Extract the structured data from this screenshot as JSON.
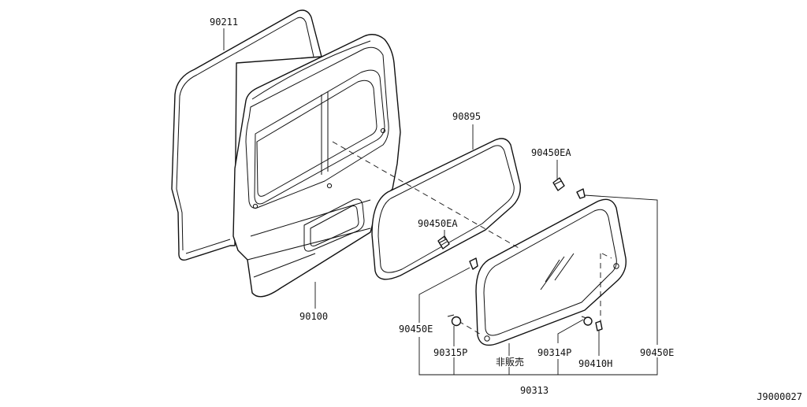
{
  "diagram_id": "J9000027",
  "parts": {
    "weatherstrip": "90211",
    "back_door_panel": "90100",
    "glass_molding": "90895",
    "clip_upper": "90450EA",
    "clip_lower": "90450EA",
    "fastener_left": "90450E",
    "fastener_right": "90450E",
    "plug_left": "90315P",
    "not_for_sale": "非販売",
    "plug_right": "90314P",
    "stopper": "90410H",
    "glass_assembly": "90313"
  }
}
